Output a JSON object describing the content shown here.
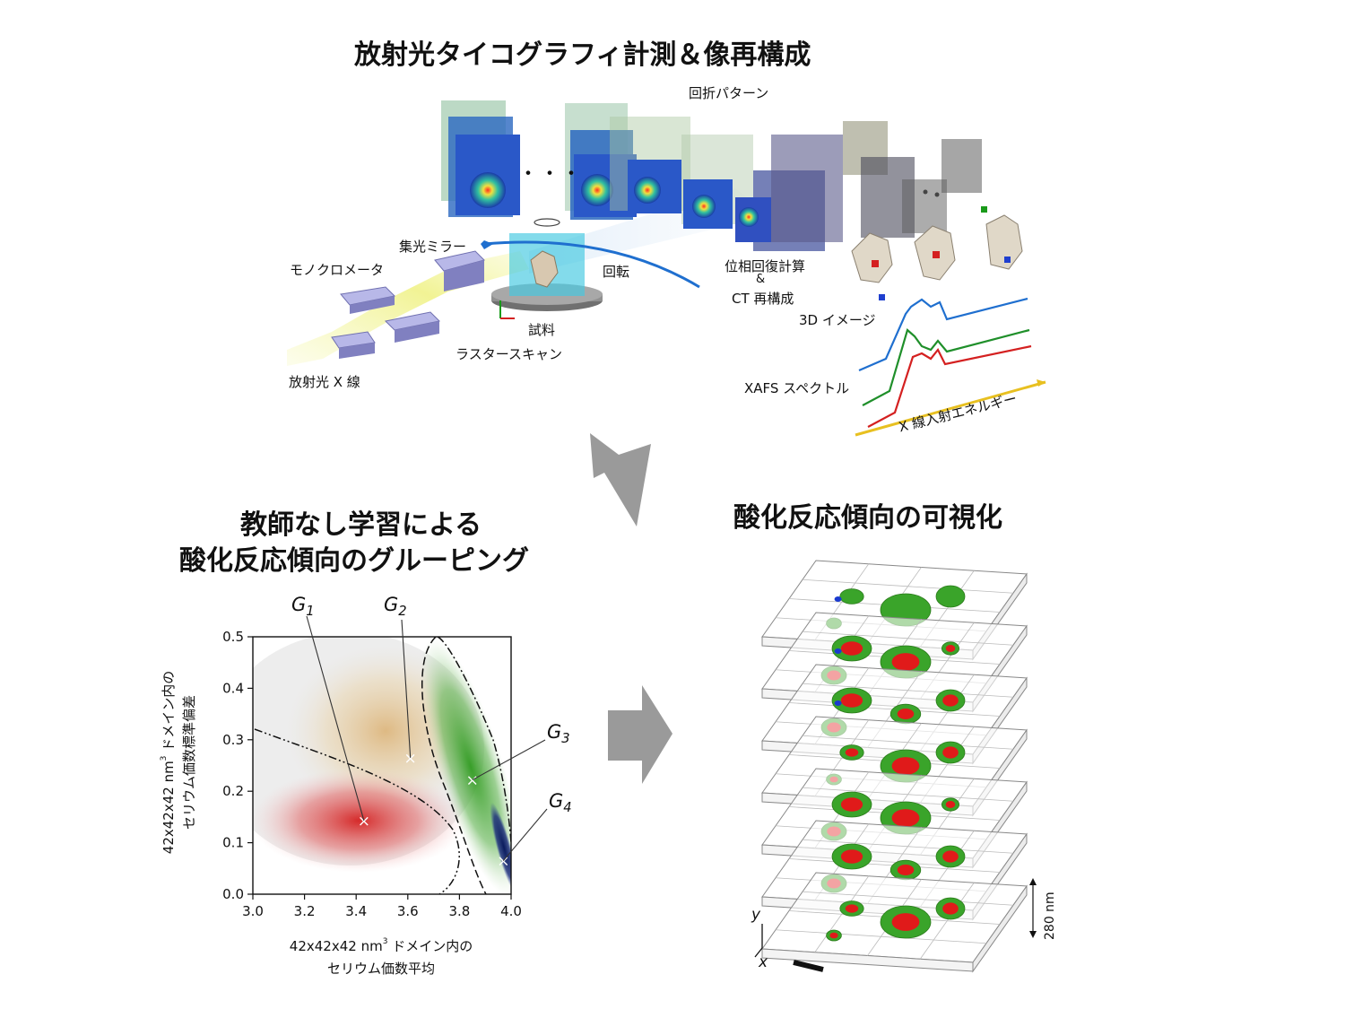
{
  "titles": {
    "main": "放射光タイコグラフィ計測＆像再構成",
    "grouping_line1": "教師なし学習による",
    "grouping_line2": "酸化反応傾向のグルーピング",
    "visualization": "酸化反応傾向の可視化"
  },
  "setup_labels": {
    "diffraction": "回折パターン",
    "dots": "・・・",
    "mirror": "集光ミラー",
    "mono": "モノクロメータ",
    "xray": "放射光 X 線",
    "rotation": "回転",
    "sample": "試料",
    "raster": "ラスタースキャン",
    "phase_line1": "位相回復計算",
    "phase_line2": "&",
    "phase_line3": "CT 再構成",
    "image3d": "3D イメージ",
    "xafs": "XAFS スペクトル",
    "energy": "X 線入射エネルギー"
  },
  "scatter": {
    "ylabel_line1": "42x42x42 nm",
    "ylabel_sup": "3",
    "ylabel_line1_rest": " ドメイン内の",
    "ylabel_line2": "セリウム価数標準偏差",
    "xlabel_line1": "42x42x42 nm",
    "xlabel_sup": "3",
    "xlabel_line1_rest": " ドメイン内の",
    "xlabel_line2": "セリウム価数平均",
    "group_G": "G",
    "group_subs": [
      "1",
      "2",
      "3",
      "4"
    ],
    "marker": "×"
  },
  "chart_data": {
    "type": "scatter",
    "xlim": [
      3.0,
      4.0
    ],
    "ylim": [
      0.0,
      0.5
    ],
    "x_ticks": [
      "3.0",
      "3.2",
      "3.4",
      "3.6",
      "3.8",
      "4.0"
    ],
    "y_ticks": [
      "0.0",
      "0.1",
      "0.2",
      "0.3",
      "0.4",
      "0.5"
    ],
    "x_tick_values": [
      3.0,
      3.2,
      3.4,
      3.6,
      3.8,
      4.0
    ],
    "y_tick_values": [
      0.0,
      0.1,
      0.2,
      0.3,
      0.4,
      0.5
    ],
    "centroids": [
      {
        "group": "G1",
        "x": 3.43,
        "y": 0.143,
        "color": "#d42020"
      },
      {
        "group": "G2",
        "x": 3.61,
        "y": 0.265,
        "color": "#d9a860"
      },
      {
        "group": "G3",
        "x": 3.85,
        "y": 0.222,
        "color": "#2e9a1e"
      },
      {
        "group": "G4",
        "x": 3.97,
        "y": 0.065,
        "color": "#0a1a5c"
      }
    ]
  },
  "stack": {
    "height_label": "280 nm",
    "axis_y": "y",
    "axis_x": "x"
  },
  "colors": {
    "spectrum_blue": "#1f6fcf",
    "spectrum_green": "#1f8f2a",
    "spectrum_red": "#d42020",
    "energy_axis": "#e8c020",
    "arrow_gray": "#9a9a9a"
  }
}
